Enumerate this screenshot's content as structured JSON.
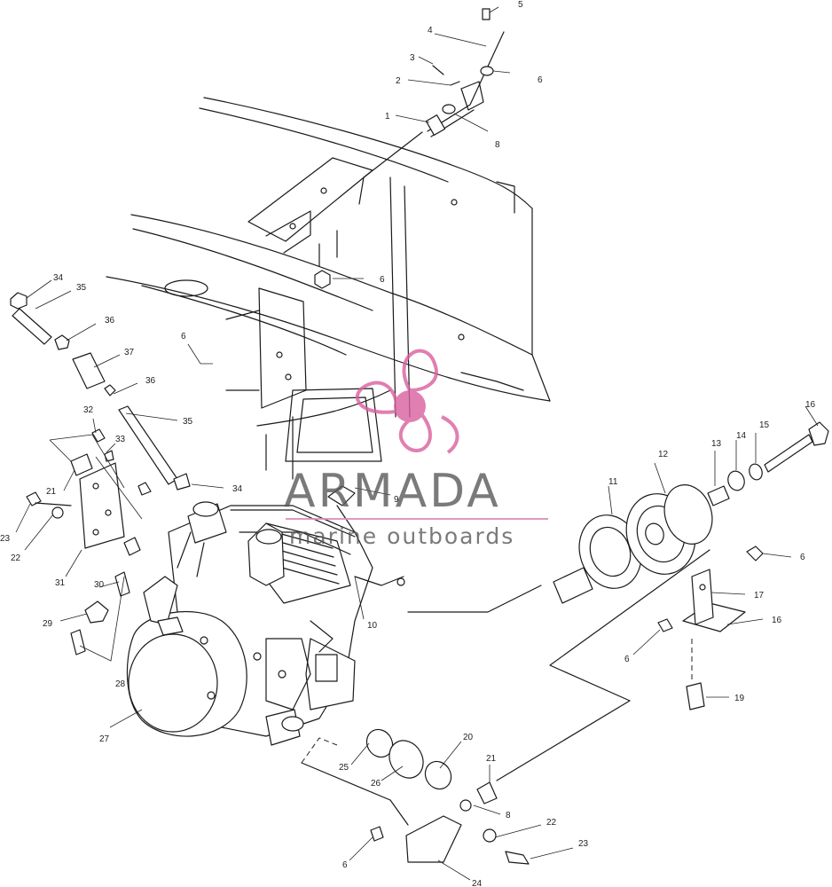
{
  "watermark": {
    "brand": "ARMADA",
    "tagline": "marine outboards",
    "accent_color": "#d9609e",
    "logo_icon": "propeller-logo-icon"
  },
  "callouts": [
    {
      "id": "c-5",
      "label": "5"
    },
    {
      "id": "c-4",
      "label": "4"
    },
    {
      "id": "c-3",
      "label": "3"
    },
    {
      "id": "c-6a",
      "label": "6"
    },
    {
      "id": "c-2",
      "label": "2"
    },
    {
      "id": "c-1",
      "label": "1"
    },
    {
      "id": "c-8a",
      "label": "8"
    },
    {
      "id": "c-6b",
      "label": "6"
    },
    {
      "id": "c-34a",
      "label": "34"
    },
    {
      "id": "c-35a",
      "label": "35"
    },
    {
      "id": "c-36a",
      "label": "36"
    },
    {
      "id": "c-37",
      "label": "37"
    },
    {
      "id": "c-6c",
      "label": "6"
    },
    {
      "id": "c-36b",
      "label": "36"
    },
    {
      "id": "c-32",
      "label": "32"
    },
    {
      "id": "c-33",
      "label": "33"
    },
    {
      "id": "c-35b",
      "label": "35"
    },
    {
      "id": "c-34b",
      "label": "34"
    },
    {
      "id": "c-21a",
      "label": "21"
    },
    {
      "id": "c-23a",
      "label": "23"
    },
    {
      "id": "c-22a",
      "label": "22"
    },
    {
      "id": "c-31",
      "label": "31"
    },
    {
      "id": "c-30",
      "label": "30"
    },
    {
      "id": "c-29",
      "label": "29"
    },
    {
      "id": "c-28",
      "label": "28"
    },
    {
      "id": "c-27",
      "label": "27"
    },
    {
      "id": "c-9",
      "label": "9"
    },
    {
      "id": "c-10",
      "label": "10"
    },
    {
      "id": "c-16a",
      "label": "16"
    },
    {
      "id": "c-15",
      "label": "15"
    },
    {
      "id": "c-14",
      "label": "14"
    },
    {
      "id": "c-13",
      "label": "13"
    },
    {
      "id": "c-12",
      "label": "12"
    },
    {
      "id": "c-11",
      "label": "11"
    },
    {
      "id": "c-6d",
      "label": "6"
    },
    {
      "id": "c-17",
      "label": "17"
    },
    {
      "id": "c-16b",
      "label": "16"
    },
    {
      "id": "c-6e",
      "label": "6"
    },
    {
      "id": "c-19",
      "label": "19"
    },
    {
      "id": "c-20",
      "label": "20"
    },
    {
      "id": "c-25",
      "label": "25"
    },
    {
      "id": "c-26",
      "label": "26"
    },
    {
      "id": "c-21b",
      "label": "21"
    },
    {
      "id": "c-8b",
      "label": "8"
    },
    {
      "id": "c-22b",
      "label": "22"
    },
    {
      "id": "c-23b",
      "label": "23"
    },
    {
      "id": "c-6f",
      "label": "6"
    },
    {
      "id": "c-24",
      "label": "24"
    }
  ]
}
